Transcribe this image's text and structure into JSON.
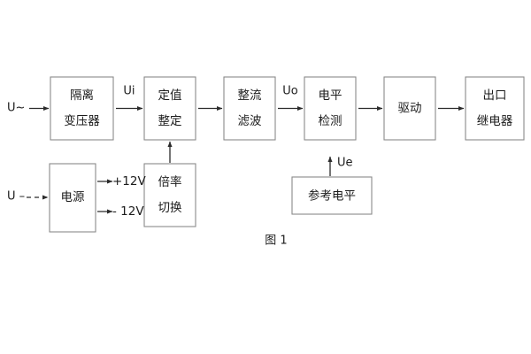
{
  "figure": {
    "caption": "图 1",
    "colors": {
      "box_border": "#8a8a8a",
      "line": "#2b2b2b",
      "text": "#1b1b1b",
      "background": "#ffffff"
    }
  },
  "blocks": {
    "isolation_transformer": {
      "line1": "隔离",
      "line2": "变压器"
    },
    "setting_value": {
      "line1": "定值",
      "line2": "整定"
    },
    "rectify_filter": {
      "line1": "整流",
      "line2": "滤波"
    },
    "level_detection": {
      "line1": "电平",
      "line2": "检测"
    },
    "drive": {
      "line1": "驱动"
    },
    "output_relay": {
      "line1": "出口",
      "line2": "继电器"
    },
    "power_supply": {
      "line1": "电源"
    },
    "ratio_switch": {
      "line1": "倍率",
      "line2": "切换"
    },
    "reference_level": {
      "line1": "参考电平"
    }
  },
  "signals": {
    "input_ac": "U~",
    "input_dc": "U –",
    "ui": "Ui",
    "uo": "Uo",
    "ue": "Ue",
    "rail_positive": "+12V",
    "rail_negative": "- 12V"
  }
}
